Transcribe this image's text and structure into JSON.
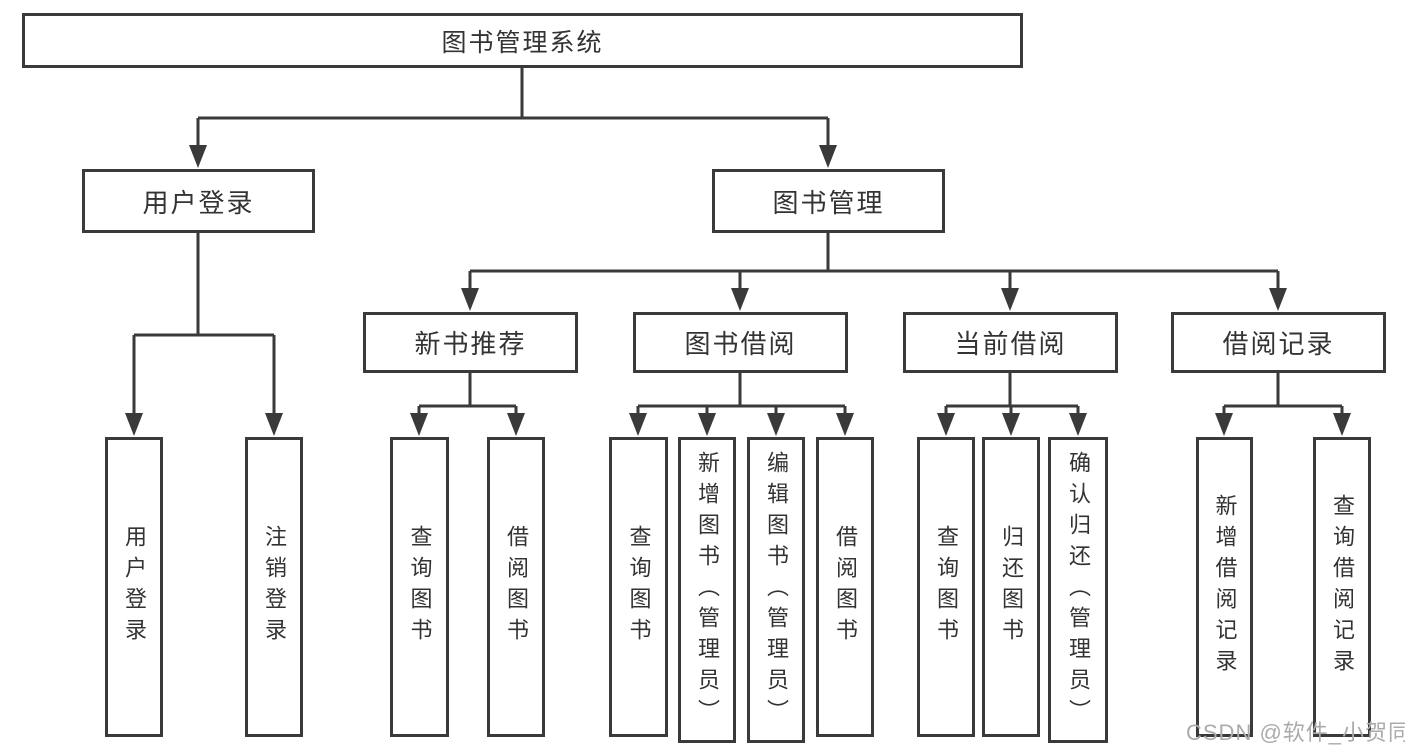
{
  "diagram": {
    "root": {
      "label": "图书管理系统"
    },
    "branches": {
      "user": {
        "label": "用户登录",
        "children": [
          {
            "label": "用户登录"
          },
          {
            "label": "注销登录"
          }
        ]
      },
      "manage": {
        "label": "图书管理",
        "sections": [
          {
            "label": "新书推荐",
            "children": [
              {
                "label": "查询图书"
              },
              {
                "label": "借阅图书"
              }
            ]
          },
          {
            "label": "图书借阅",
            "children": [
              {
                "label": "查询图书"
              },
              {
                "label": "新增图书（管理员）"
              },
              {
                "label": "编辑图书（管理员）"
              },
              {
                "label": "借阅图书"
              }
            ]
          },
          {
            "label": "当前借阅",
            "children": [
              {
                "label": "查询图书"
              },
              {
                "label": "归还图书"
              },
              {
                "label": "确认归还（管理员）"
              }
            ]
          },
          {
            "label": "借阅记录",
            "children": [
              {
                "label": "新增借阅记录"
              },
              {
                "label": "查询借阅记录"
              }
            ]
          }
        ]
      }
    },
    "watermark": "CSDN @软件_小贺同学",
    "colors": {
      "line": "#3a3a3a",
      "text": "#333333",
      "watermark": "#ababab",
      "background": "#ffffff"
    }
  }
}
